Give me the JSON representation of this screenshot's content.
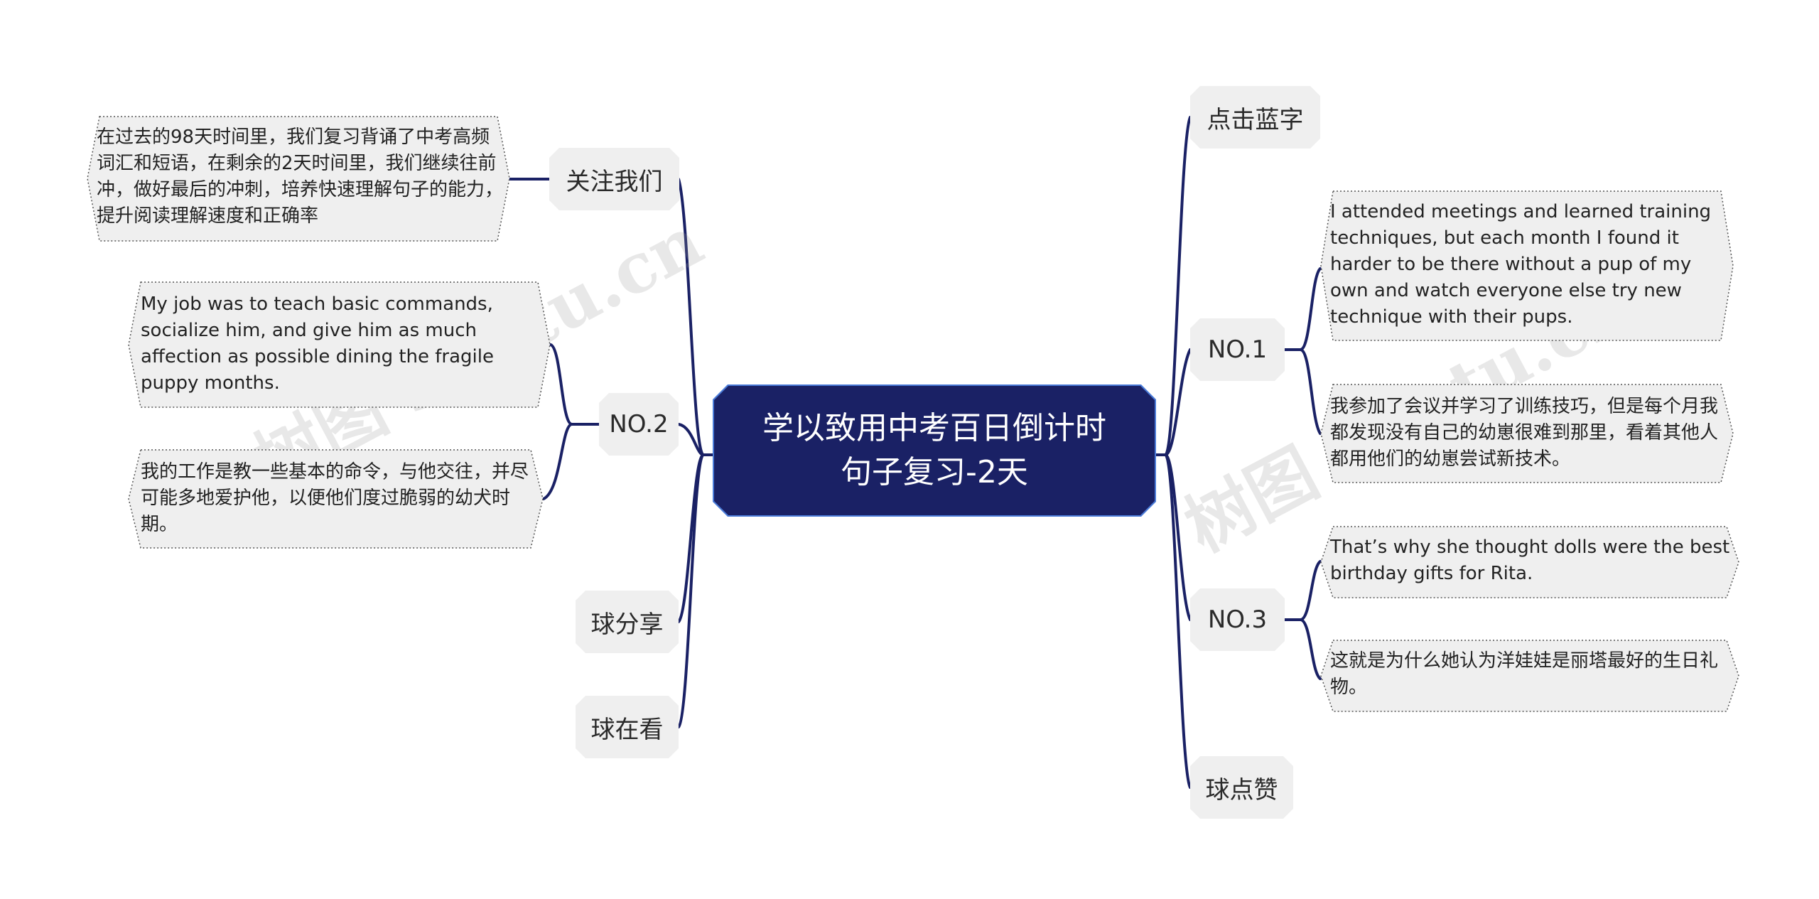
{
  "root": {
    "line1": "学以致用中考百日倒计时",
    "line2": "句子复习-2天"
  },
  "branches": {
    "follow": "关注我们",
    "no2": "NO.2",
    "share": "球分享",
    "watch": "球在看",
    "click": "点击蓝字",
    "no1": "NO.1",
    "no3": "NO.3",
    "like": "球点赞"
  },
  "leaves": {
    "follow_text": "在过去的98天时间里，我们复习背诵了中考高频词汇和短语，在剩余的2天时间里，我们继续往前冲，做好最后的冲刺，培养快速理解句子的能力，提升阅读理解速度和正确率",
    "no2_en": "My job was to teach basic commands, socialize him, and give him as much affection as possible dining the fragile puppy months.",
    "no2_cn": "我的工作是教一些基本的命令，与他交往，并尽可能多地爱护他，以便他们度过脆弱的幼犬时期。",
    "no1_en": "I attended meetings and learned training techniques, but each month I found it harder to be there without a pup of my own and watch everyone else try new technique with their pups.",
    "no1_cn": "我参加了会议并学习了训练技巧，但是每个月我都发现没有自己的幼崽很难到那里，看着其他人都用他们的幼崽尝试新技术。",
    "no3_en": "That’s why she thought dolls were the best birthday gifts for Rita.",
    "no3_cn": "这就是为什么她认为洋娃娃是丽塔最好的生日礼物。"
  },
  "watermark": "树图 shutu.cn",
  "colors": {
    "root_fill": "#1a2165",
    "root_border": "#4a7bd8",
    "link": "#1a2165",
    "branch_fill": "#efefef",
    "leaf_fill": "#efefef"
  }
}
